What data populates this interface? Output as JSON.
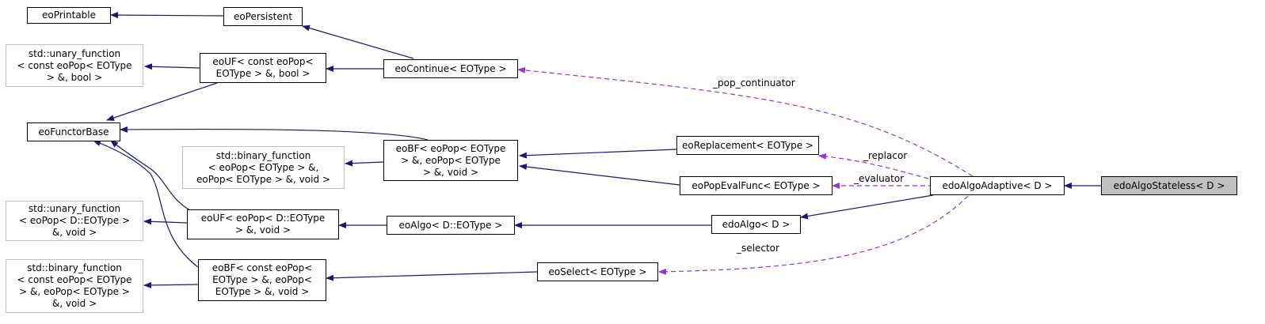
{
  "diagram": {
    "nodes": {
      "eoPrintable": {
        "lines": [
          "eoPrintable"
        ]
      },
      "eoPersistent": {
        "lines": [
          "eoPersistent"
        ]
      },
      "std_unary_bool": {
        "lines": [
          "std::unary_function",
          "< const eoPop< EOType",
          "> &, bool >"
        ]
      },
      "eoUF_bool": {
        "lines": [
          "eoUF< const eoPop<",
          "EOType > &, bool >"
        ]
      },
      "eoContinue": {
        "lines": [
          "eoContinue< EOType >"
        ]
      },
      "eoFunctorBase": {
        "lines": [
          "eoFunctorBase"
        ]
      },
      "std_binary_void": {
        "lines": [
          "std::binary_function",
          "< eoPop< EOType > &,",
          "eoPop< EOType > &, void >"
        ]
      },
      "eoBF_void": {
        "lines": [
          "eoBF< eoPop< EOType",
          "> &, eoPop< EOType",
          "> &, void >"
        ]
      },
      "eoReplacement": {
        "lines": [
          "eoReplacement< EOType >"
        ]
      },
      "eoPopEvalFunc": {
        "lines": [
          "eoPopEvalFunc< EOType >"
        ]
      },
      "edoAlgoAdaptive": {
        "lines": [
          "edoAlgoAdaptive< D >"
        ]
      },
      "edoAlgoStateless": {
        "lines": [
          "edoAlgoStateless< D >"
        ]
      },
      "std_unary_void": {
        "lines": [
          "std::unary_function",
          "< eoPop< D::EOType >",
          "&, void >"
        ]
      },
      "eoUF_void": {
        "lines": [
          "eoUF< eoPop< D::EOType",
          "> &, void >"
        ]
      },
      "eoAlgo": {
        "lines": [
          "eoAlgo< D::EOType >"
        ]
      },
      "edoAlgo": {
        "lines": [
          "edoAlgo< D >"
        ]
      },
      "std_binary_const": {
        "lines": [
          "std::binary_function",
          "< const eoPop< EOType",
          "> &, eoPop< EOType >",
          "&, void >"
        ]
      },
      "eoBF_const": {
        "lines": [
          "eoBF< const eoPop<",
          "EOType > &, eoPop<",
          "EOType > &, void >"
        ]
      },
      "eoSelect": {
        "lines": [
          "eoSelect< EOType >"
        ]
      }
    },
    "edge_labels": {
      "pop_continuator": "_pop_continuator",
      "replacor": "_replacor",
      "evaluator": "_evaluator",
      "selector": "_selector"
    },
    "colors": {
      "inheritance": "#191970",
      "usage": "#9a32cd",
      "current_fill": "#bfbfbf",
      "external_border": "#bfbfbf"
    }
  }
}
